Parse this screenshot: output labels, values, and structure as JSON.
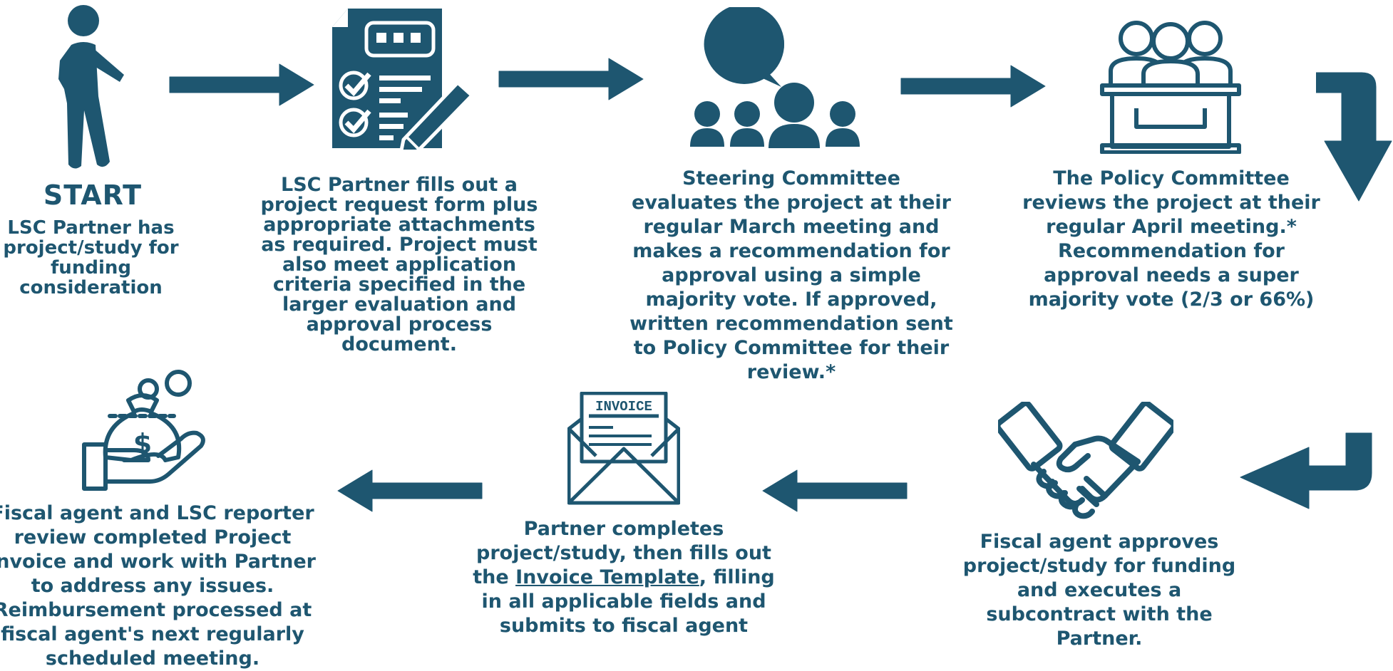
{
  "colors": {
    "primary": "#1e5670",
    "background": "#ffffff"
  },
  "start": {
    "title": "START",
    "description": "LSC Partner has project/study for funding consideration"
  },
  "steps": [
    {
      "icon": "form-checklist-icon",
      "text": "LSC Partner fills out a project request form plus appropriate attachments as required. Project must also meet application criteria specified in the larger evaluation and approval process document."
    },
    {
      "icon": "committee-discussion-icon",
      "text": "Steering Committee evaluates the project at their regular March meeting and makes a recommendation for approval using a simple majority vote. If approved, written recommendation sent to Policy Committee for their review.*"
    },
    {
      "icon": "committee-podium-icon",
      "text": "The Policy Committee reviews the project at their regular April meeting.* Recommendation for approval needs a super majority vote (2/3 or 66%)"
    },
    {
      "icon": "handshake-icon",
      "text": "Fiscal agent approves project/study for funding and executes a subcontract with the Partner."
    },
    {
      "icon": "invoice-envelope-icon",
      "text_before": "Partner completes project/study, then fills out the ",
      "link": "Invoice Template",
      "text_after": ", filling in all applicable fields and submits to fiscal agent",
      "invoice_label": "INVOICE"
    },
    {
      "icon": "money-bag-hand-icon",
      "text": "Fiscal agent and LSC reporter review completed Project invoice and work with Partner to address any issues. Reimbursement  processed at fiscal agent's next regularly scheduled meeting.",
      "currency_symbol": "$"
    }
  ]
}
